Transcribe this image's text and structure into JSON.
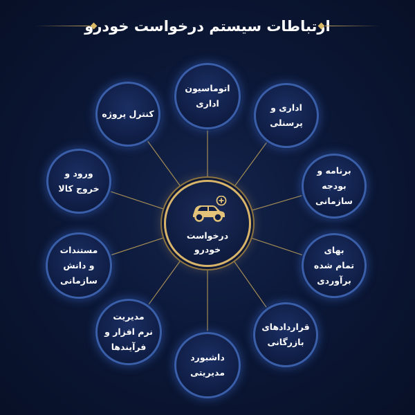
{
  "title": "ارتباطات سیستم درخواست خودرو",
  "center": {
    "label": "درخواست\nخودرو",
    "icon": "car-plus-icon"
  },
  "nodes": [
    {
      "id": "office-automation",
      "label": "اتوماسیون\nاداری"
    },
    {
      "id": "admin-personnel",
      "label": "اداری و\nپرسنلی"
    },
    {
      "id": "budget-program",
      "label": "برنامه و\nبودجه\nسازمانی"
    },
    {
      "id": "cost-estimate",
      "label": "بهای\nتمام شده\nبرآوردی"
    },
    {
      "id": "commercial-contracts",
      "label": "قراردادهای\nبازرگانی"
    },
    {
      "id": "management-dashboard",
      "label": "داشبورد\nمدیریتی"
    },
    {
      "id": "software-process-management",
      "label": "مدیریت\nنرم افزار و\nفرآیندها"
    },
    {
      "id": "documents-knowledge",
      "label": "مستندات\nو دانش\nسازمانی"
    },
    {
      "id": "goods-entry-exit",
      "label": "ورود و\nخروج کالا"
    },
    {
      "id": "project-control",
      "label": "کنترل پروژه"
    }
  ],
  "colors": {
    "background": "#0c1838",
    "node_border": "#3a5fa8",
    "center_border": "#d7b46a",
    "connector": "#c9a85a",
    "icon": "#e3c27a"
  }
}
